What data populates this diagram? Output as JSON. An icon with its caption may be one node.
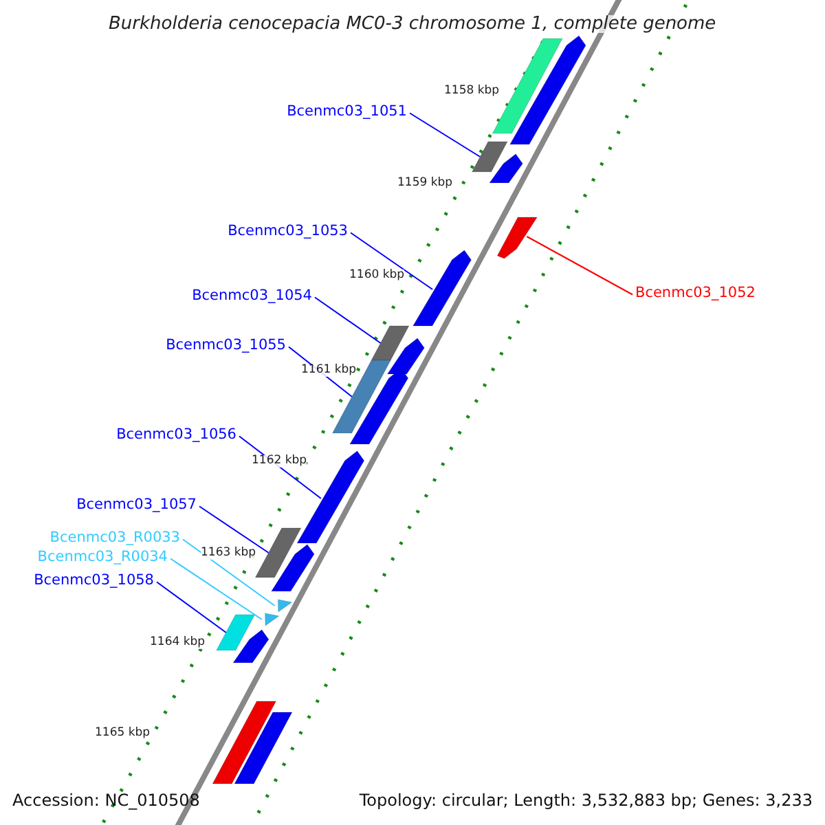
{
  "diagram": {
    "title": "Burkholderia cenocepacia MC0-3 chromosome 1, complete genome",
    "nodes": [
      {
        "text": [
          "Bcenmc03_1051"
        ]
      },
      {
        "text": [
          "Bcenmc03_1053"
        ]
      },
      {
        "text": [
          "Bcenmc03_1054"
        ]
      },
      {
        "text": [
          "Bcenmc03_1055"
        ]
      },
      {
        "text": [
          "Bcenmc03_1056"
        ]
      },
      {
        "text": [
          "Bcenmc03_1057"
        ]
      },
      {
        "text": [
          "Bcenmc03_R0033"
        ]
      },
      {
        "text": [
          "Bcenmc03_R0034"
        ]
      },
      {
        "text": [
          "Bcenmc03_1058"
        ]
      },
      {
        "text": [
          "Bcenmc03_1052"
        ]
      },
      {
        "text": [],
        "shape": "bar"
      },
      {
        "text": [],
        "shape": "bar"
      },
      {
        "text": [],
        "shape": "bar"
      },
      {
        "text": [],
        "shape": "bar"
      },
      {
        "text": [],
        "shape": "bar"
      },
      {
        "text": [],
        "shape": "bar"
      },
      {
        "text": [],
        "shape": "triangle"
      },
      {
        "text": [],
        "shape": "triangle"
      },
      {
        "text": [],
        "shape": "bar"
      },
      {
        "text": [],
        "shape": "bar"
      },
      {
        "text": [],
        "shape": "bar"
      },
      {
        "text": [],
        "shape": "bar"
      },
      {
        "text": [],
        "shape": "bar"
      },
      {
        "text": [],
        "shape": "bar"
      },
      {
        "text": [],
        "shape": "bar"
      },
      {
        "text": [],
        "shape": "bar"
      },
      {
        "text": [],
        "shape": "bar"
      },
      {
        "text": [],
        "shape": "bar"
      },
      {
        "text": [],
        "shape": "bar"
      }
    ],
    "edges": [
      {
        "from": 0,
        "to": 10,
        "arrow": "none"
      },
      {
        "from": 1,
        "to": 11,
        "arrow": "none"
      },
      {
        "from": 2,
        "to": 12,
        "arrow": "none"
      },
      {
        "from": 3,
        "to": 13,
        "arrow": "none"
      },
      {
        "from": 4,
        "to": 14,
        "arrow": "none"
      },
      {
        "from": 5,
        "to": 15,
        "arrow": "none"
      },
      {
        "from": 6,
        "to": 16,
        "arrow": "none",
        "color": "#33ccff"
      },
      {
        "from": 7,
        "to": 17,
        "arrow": "none",
        "color": "#33ccff"
      },
      {
        "from": 8,
        "to": 18,
        "arrow": "none"
      },
      {
        "from": 9,
        "to": 19,
        "arrow": "none",
        "color": "#ff0000"
      }
    ],
    "labels": [
      "1158 kbp",
      "1159 kbp",
      "1160 kbp",
      "1161 kbp",
      "1162 kbp",
      "1163 kbp",
      "1164 kbp",
      "1165 kbp",
      "Accession: NC_010508",
      "Topology: circular; Length: 3,532,883 bp; Genes: 3,233"
    ]
  }
}
